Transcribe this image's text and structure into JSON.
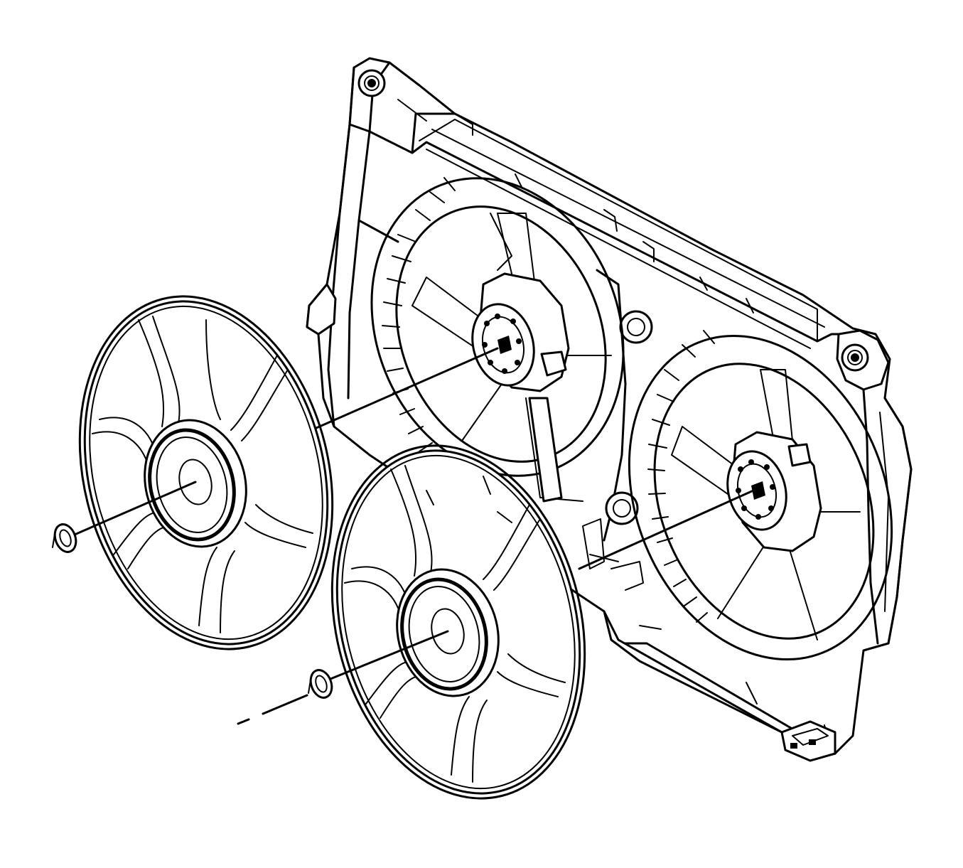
{
  "diagram": {
    "parts": [
      {
        "id": "shroud",
        "icon": "fan-shroud-icon"
      },
      {
        "id": "left-motor",
        "icon": "fan-motor-icon"
      },
      {
        "id": "right-motor",
        "icon": "fan-motor-icon"
      },
      {
        "id": "left-fan-blade",
        "icon": "fan-blade-icon"
      },
      {
        "id": "right-fan-blade",
        "icon": "fan-blade-icon"
      },
      {
        "id": "left-retainer-clip",
        "icon": "retainer-clip-icon"
      },
      {
        "id": "right-retainer-clip",
        "icon": "retainer-clip-icon"
      }
    ],
    "line_color": "#000000",
    "background_color": "#ffffff"
  }
}
